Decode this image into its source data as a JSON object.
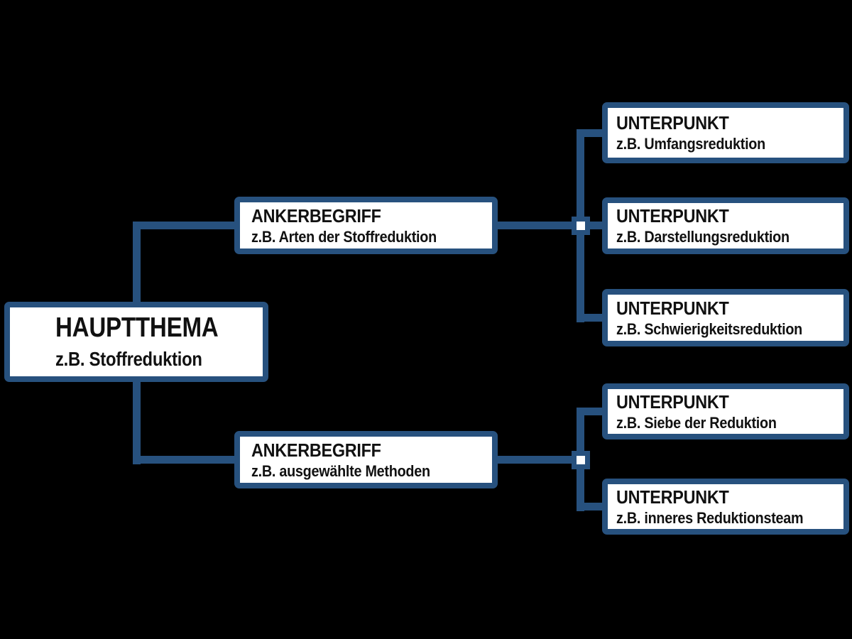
{
  "diagram": {
    "colors": {
      "background": "#000000",
      "box_fill": "#FFFFFF",
      "border_and_lines": "#27517E",
      "text": "#111111"
    },
    "main": {
      "title": "HAUPTTHEMA",
      "subtitle": "z.B. Stoffreduktion"
    },
    "branches": [
      {
        "anchor": {
          "title": "ANKERBEGRIFF",
          "subtitle": "z.B. Arten der Stoffreduktion"
        },
        "children": [
          {
            "title": "UNTERPUNKT",
            "subtitle": "z.B. Umfangsreduktion"
          },
          {
            "title": "UNTERPUNKT",
            "subtitle": "z.B. Darstellungsreduktion"
          },
          {
            "title": "UNTERPUNKT",
            "subtitle": "z.B. Schwierigkeitsreduktion"
          }
        ]
      },
      {
        "anchor": {
          "title": "ANKERBEGRIFF",
          "subtitle": "z.B. ausgewählte Methoden"
        },
        "children": [
          {
            "title": "UNTERPUNKT",
            "subtitle": "z.B. Siebe der Reduktion"
          },
          {
            "title": "UNTERPUNKT",
            "subtitle": "z.B. inneres Reduktionsteam"
          }
        ]
      }
    ]
  }
}
